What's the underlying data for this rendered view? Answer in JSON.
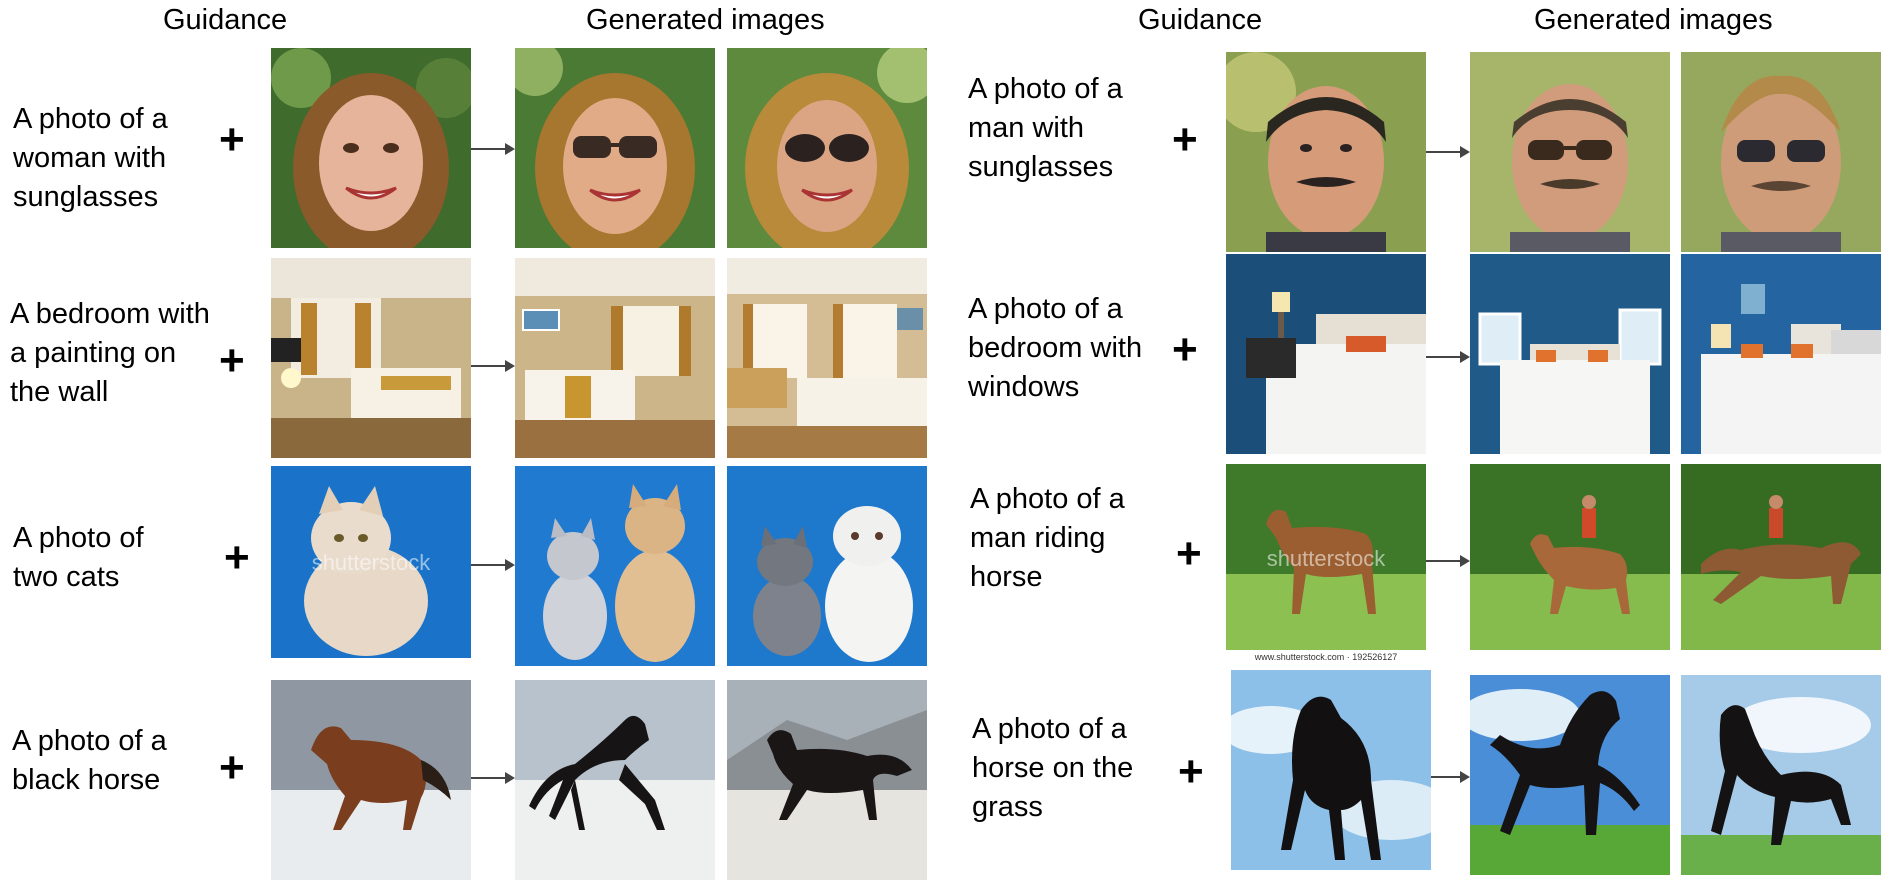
{
  "headers": {
    "left_guidance": "Guidance",
    "left_generated": "Generated images",
    "right_guidance": "Guidance",
    "right_generated": "Generated images"
  },
  "plus": "+",
  "left_rows": [
    {
      "prompt": "A photo of a\nwoman with\nsunglasses"
    },
    {
      "prompt": "A bedroom with\na painting on\nthe wall"
    },
    {
      "prompt": "A photo of\ntwo cats",
      "watermark": "shutterstock"
    },
    {
      "prompt": "A photo of a\nblack horse"
    }
  ],
  "right_rows": [
    {
      "prompt": "A photo of a\nman with\nsunglasses"
    },
    {
      "prompt": "A photo of a\nbedroom with\nwindows"
    },
    {
      "prompt": "A photo of a\nman riding\nhorse",
      "watermark": "shutterstock",
      "caption": "www.shutterstock.com · 192526127"
    },
    {
      "prompt": "A photo of a\nhorse on the\ngrass"
    }
  ]
}
